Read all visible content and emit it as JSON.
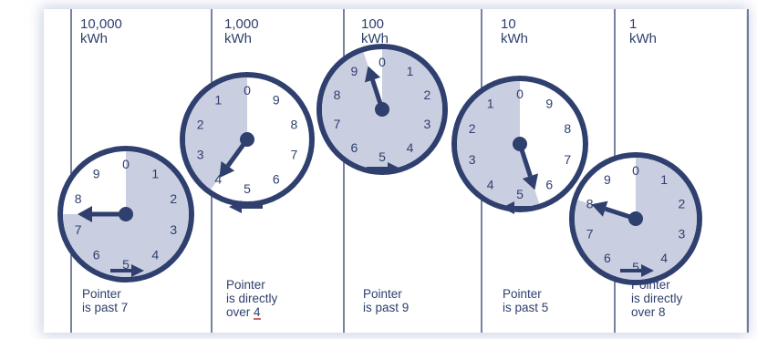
{
  "dials": [
    {
      "unit_value": "10,000",
      "unit_label": "kWh",
      "direction": "clockwise",
      "pointer_position": 7.5,
      "caption_lines": [
        "Pointer",
        "is past 7"
      ],
      "underline_last": false
    },
    {
      "unit_value": "1,000",
      "unit_label": "kWh",
      "direction": "counterclockwise",
      "pointer_position": 4.0,
      "caption_lines": [
        "Pointer",
        "is directly",
        "over 4"
      ],
      "underline_last": true
    },
    {
      "unit_value": "100",
      "unit_label": "kWh",
      "direction": "clockwise",
      "pointer_position": 9.5,
      "caption_lines": [
        "Pointer",
        "is past 9"
      ],
      "underline_last": false
    },
    {
      "unit_value": "10",
      "unit_label": "kWh",
      "direction": "counterclockwise",
      "pointer_position": 5.5,
      "caption_lines": [
        "Pointer",
        "is past 5"
      ],
      "underline_last": false
    },
    {
      "unit_value": "1",
      "unit_label": "kWh",
      "direction": "clockwise",
      "pointer_position": 8.0,
      "caption_lines": [
        "Pointer",
        "is directly",
        "over 8"
      ],
      "underline_last": false
    }
  ],
  "colors": {
    "ink": "#2f3f6e",
    "shade": "#c9cee0",
    "face": "#ffffff",
    "underline": "#c0392b"
  }
}
